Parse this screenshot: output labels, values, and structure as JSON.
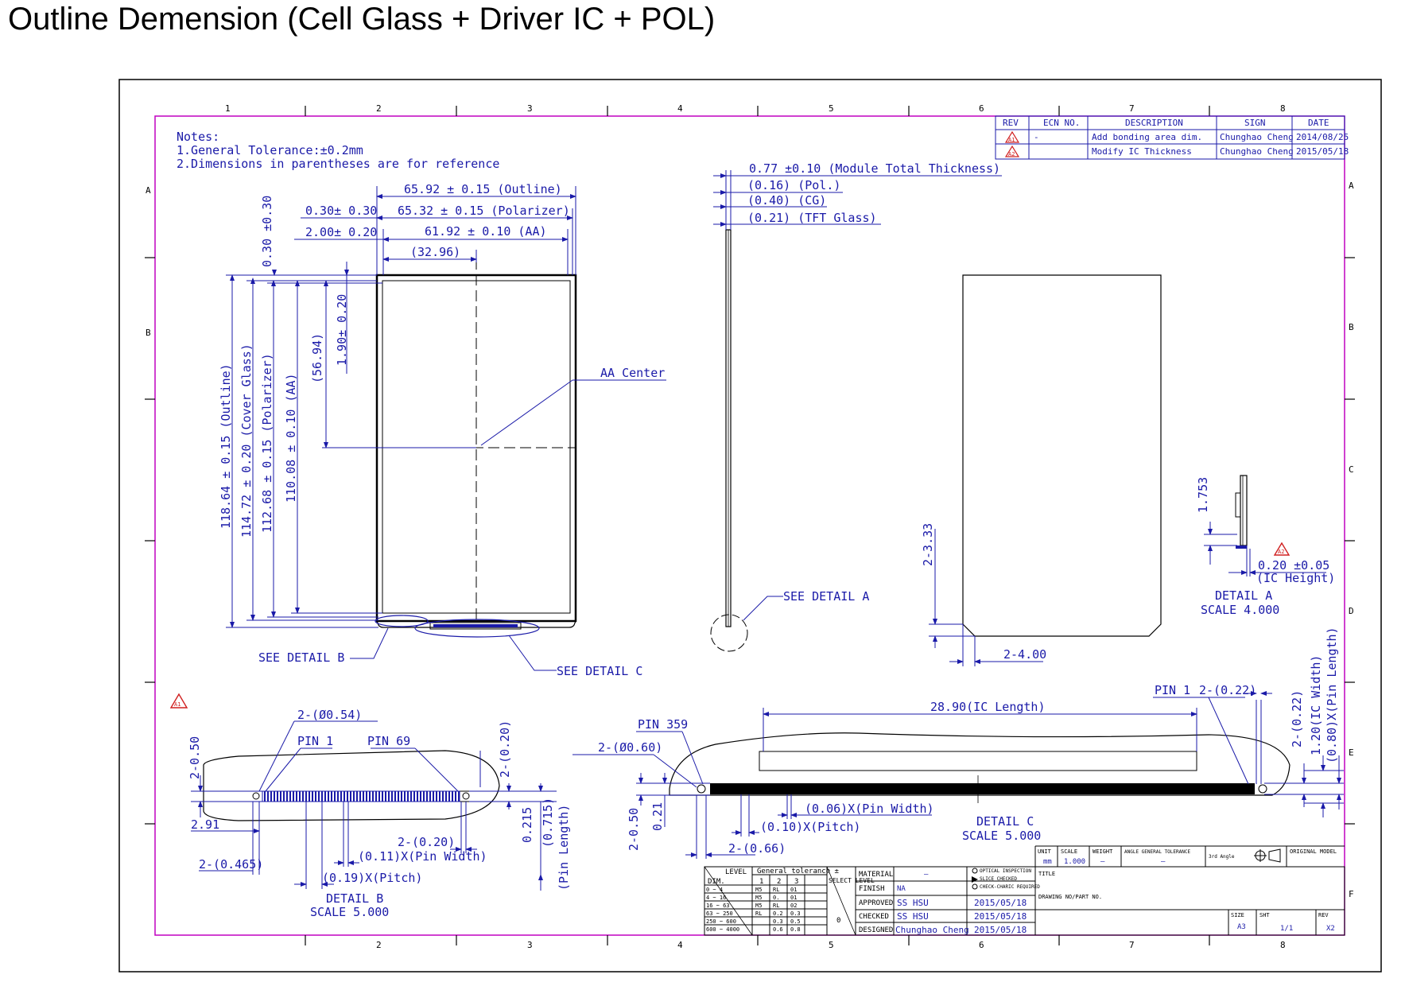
{
  "page_title": "Outline Demension (Cell  Glass + Driver IC + POL)",
  "colors": {
    "blue": "#1a1aa8",
    "black": "#000000",
    "magenta": "#c000c0",
    "red": "#d02020",
    "grey": "#333333"
  },
  "grid": {
    "cols": [
      "1",
      "2",
      "3",
      "4",
      "5",
      "6",
      "7",
      "8"
    ],
    "rows": [
      "A",
      "B",
      "C",
      "D",
      "E",
      "F"
    ]
  },
  "notes": [
    "Notes:",
    "1.General Tolerance:±0.2mm",
    "2.Dimensions in parentheses are for reference"
  ],
  "rev_table": {
    "headers": [
      "REV",
      "ECN NO.",
      "DESCRIPTION",
      "SIGN",
      "DATE"
    ],
    "rows": [
      {
        "rev": "A1",
        "ecn": "-",
        "desc": "Add bonding area dim.",
        "sign": "Chunghao Cheng",
        "date": "2014/08/25"
      },
      {
        "rev": "A2",
        "ecn": "",
        "desc": "Modify IC Thickness",
        "sign": "Chunghao Cheng",
        "date": "2015/05/18"
      }
    ]
  },
  "front": {
    "outline_w": "65.92 ± 0.15  (Outline)",
    "pol_w": "65.32 ± 0.15  (Polarizer)",
    "aa_w": "61.92 ± 0.10  (AA)",
    "left_pol": "0.30± 0.30",
    "left_aa": "2.00± 0.20",
    "half_w": "(32.96)",
    "top_offset": "0.30 ±0.30",
    "top_aa": "1.90± 0.20",
    "half_h": "(56.94)",
    "h_outline": "118.64 ± 0.15  (Outline)",
    "h_cg": "114.72 ± 0.20  (Cover Glass)",
    "h_pol": "112.68 ± 0.15  (Polarizer)",
    "h_aa": "110.08 ± 0.10  (AA)",
    "aa_center": "AA Center",
    "see_b": "SEE DETAIL  B",
    "see_c": "SEE DETAIL  C"
  },
  "side": {
    "total": "0.77 ±0.10   (Module Total Thickness)",
    "pol": "(0.16) (Pol.)",
    "cg": "(0.40) (CG)",
    "tft": "(0.21) (TFT Glass)",
    "see_a": "SEE DETAIL  A"
  },
  "back": {
    "chamfer_v": "2-3.33",
    "chamfer_h": "2-4.00"
  },
  "detail_a": {
    "dim1": "1.753",
    "ic_h1": "0.20  ±0.05",
    "ic_h2": "(IC Height)",
    "title": "DETAIL   A",
    "scale": "SCALE   4.000"
  },
  "detail_b": {
    "hole": "2-(Ø0.54)",
    "pin1": "PIN 1",
    "pin69": "PIN 69",
    "d050": "2-0.50",
    "d291": "2.91",
    "d0465": "2-(0.465)",
    "d020v": "2-(0.20)",
    "d020": "2-(0.20)",
    "pin_w": "(0.11)X(Pin  Width)",
    "pitch": "(0.19)X(Pitch)",
    "d0215": "0.215",
    "d0715": "(0.715)",
    "pin_len": "(Pin Length)",
    "title": "DETAIL   B",
    "scale": "SCALE   5.000"
  },
  "detail_c": {
    "pin359": "PIN 359",
    "hole": "2-(Ø0.60)",
    "ic_len": "28.90(IC Length)",
    "pin1": "PIN 1",
    "d022": "2-(0.22)",
    "d022v": "2-(0.22)",
    "ic_w": "1.20(IC Width)",
    "pin_len": "(0.80)X(Pin Length)",
    "pin_w": "(0.06)X(Pin Width)",
    "pitch": "(0.10)X(Pitch)",
    "d066": "2-(0.66)",
    "d050": "2-0.50",
    "d021": "0.21",
    "title": "DETAIL   C",
    "scale": "SCALE   5.000"
  },
  "tolerance": {
    "header": [
      "LEVEL",
      "General tolerance  ±"
    ],
    "cols": [
      "DIM.",
      "1",
      "2",
      "3"
    ],
    "select": "SELECT LEVEL",
    "rows": [
      [
        "0 ~ 4",
        "M5",
        "RL",
        "01"
      ],
      [
        "4 ~ 16",
        "M5",
        "0.",
        "01"
      ],
      [
        "16 ~ 63",
        "M5",
        "RL",
        "02"
      ],
      [
        "63 ~ 250",
        "RL",
        "0.2",
        "0.3"
      ],
      [
        "250 ~ 600",
        "",
        "0.3",
        "0.5"
      ],
      [
        "600 ~ 4000",
        "",
        "0.6",
        "0.8"
      ]
    ],
    "level_value": "0"
  },
  "title_block": {
    "material_label": "MATERIAL",
    "material": "—",
    "finish_label": "FINISH",
    "finish": "NA",
    "approved_label": "APPROVED",
    "approved": "SS HSU",
    "approved_date": "2015/05/18",
    "checked_label": "CHECKED",
    "checked": "SS HSU",
    "checked_date": "2015/05/18",
    "designed_label": "DESIGNED",
    "designed": "Chunghao Cheng",
    "designed_date": "2015/05/18",
    "legend": [
      "OPTICAL INSPECTION",
      "SLICE CHECKED",
      "CHECK-CHARIC REQUIRED"
    ],
    "unit_label": "UNIT",
    "unit": "mm",
    "scale_label": "SCALE",
    "scale": "1.000",
    "weight_label": "WEIGHT",
    "weight": "—",
    "angle_label": "ANGLE GENERAL TOLERANCE",
    "angle": "—",
    "projection": "3rd Angle",
    "original_label": "ORIGINAL MODEL",
    "title_label": "TITLE",
    "drawing_no_label": "DRAWING NO/PART NO.",
    "size_label": "SIZE",
    "size": "A3",
    "sht_label": "SHT",
    "sht": "1/1",
    "rev_label": "REV",
    "rev": "X2"
  }
}
